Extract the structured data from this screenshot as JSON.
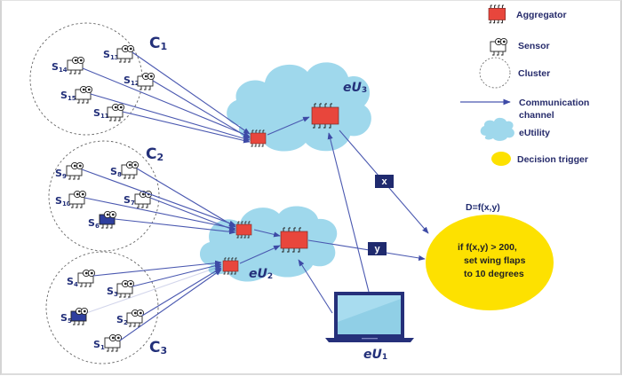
{
  "colors": {
    "aggregator": "#e8463c",
    "cloud": "#9fd8ec",
    "decision": "#fde100",
    "link": "#4a58b0",
    "navy": "#1f2a6e",
    "laptop_frame": "#25307a",
    "laptop_screen": "#a8dcef"
  },
  "legend": {
    "items": [
      {
        "icon": "aggregator-icon",
        "label": "Aggregator"
      },
      {
        "icon": "sensor-icon",
        "label": "Sensor"
      },
      {
        "icon": "cluster-icon",
        "label": "Cluster"
      },
      {
        "icon": "arrow-icon",
        "label": "Communication",
        "label2": "channel"
      },
      {
        "icon": "cloud-icon",
        "label": "eUtility"
      },
      {
        "icon": "decision-trigger-icon",
        "label": "Decision trigger"
      }
    ]
  },
  "clusters": [
    {
      "name": "C",
      "sub": "1",
      "sensors": [
        {
          "s": "S",
          "sub": "13"
        },
        {
          "s": "S",
          "sub": "14"
        },
        {
          "s": "S",
          "sub": "12"
        },
        {
          "s": "S",
          "sub": "15"
        },
        {
          "s": "S",
          "sub": "11"
        }
      ]
    },
    {
      "name": "C",
      "sub": "2",
      "sensors": [
        {
          "s": "S",
          "sub": "9"
        },
        {
          "s": "S",
          "sub": "8"
        },
        {
          "s": "S",
          "sub": "10"
        },
        {
          "s": "S",
          "sub": "7"
        },
        {
          "s": "S",
          "sub": "6"
        }
      ]
    },
    {
      "name": "C",
      "sub": "3",
      "sensors": [
        {
          "s": "S",
          "sub": "4"
        },
        {
          "s": "S",
          "sub": "3"
        },
        {
          "s": "S",
          "sub": "5"
        },
        {
          "s": "S",
          "sub": "2"
        },
        {
          "s": "S",
          "sub": "1"
        }
      ]
    }
  ],
  "eutilities": [
    {
      "name": "eU",
      "sub": "3"
    },
    {
      "name": "eU",
      "sub": "2"
    },
    {
      "name": "eU",
      "sub": "1"
    }
  ],
  "signals": {
    "x": "x",
    "y": "y"
  },
  "decision": {
    "formula": "D=f(x,y)",
    "line1": "if f(x,y) > 200,",
    "line2": "set wing flaps",
    "line3": "to 10 degrees"
  }
}
